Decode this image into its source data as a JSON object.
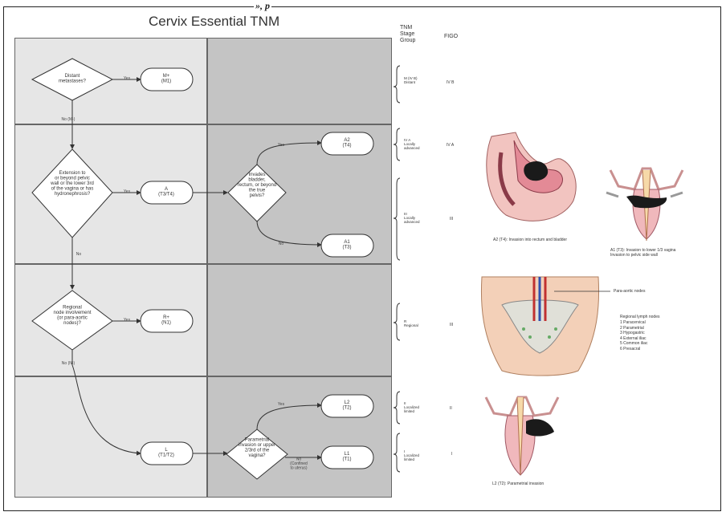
{
  "page_top_text": "»,  p",
  "title": "Cervix Essential TNM",
  "headers": {
    "tnm_stage_group": "TNM\nStage\nGroup",
    "figo": "FIGO"
  },
  "flow": {
    "q_distant": "Distant\nmetastases?",
    "yes_1": "Yes",
    "m1": "M+\n(M1)",
    "no_m": "No (M-)",
    "q_extension": "Extension to\nor beyond pelvic\nwall or the lower 3rd\nof the vagina or has\nhydronephrosis?",
    "yes_2": "Yes",
    "a_box": "A\n(T3/T4)",
    "q_invasion": "Invades\nbladder,\nrectum, or beyond\nthe true\npelvis?",
    "yes_3": "Yes",
    "a2": "A2\n(T4)",
    "no_3": "No",
    "a1": "A1\n(T3)",
    "no_2": "No",
    "q_regional": "Regional\nnode involvement\n(or para-aortic\nnodes)?",
    "yes_4": "Yes",
    "rplus": "R+\n(N1)",
    "no_n": "No (N-)",
    "l_box": "L\n(T1/T2)",
    "q_parametrial": "Parametrial\ninvasion or upper\n2/3rd of the\nvagina?",
    "yes_5": "Yes",
    "l2": "L2\n(T2)",
    "no_5": "No\n(Confined\nto uterus)",
    "l1": "L1\n(T1)"
  },
  "stages": {
    "s1": "M (IV B)\nDistant",
    "s2": "IV A\nLocally\nadvanced",
    "s3": "III\nLocally\nadvanced",
    "s4": "R\nRegional",
    "s5": "II\nLocalized\nlimited",
    "s6": "I\nLocalized\nlimited"
  },
  "figo": {
    "f1": "IV B",
    "f2": "IV A",
    "f3": "III",
    "f4": "III",
    "f5": "II",
    "f6": "I"
  },
  "captions": {
    "a2_cap": "A2 (T4): Invasion into rectum and bladder",
    "a1_cap": "A1 (T3): Invasion to lower 1/3 vagina\nInvasion to pelvic side wall",
    "para_aortic": "Para-aortic nodes",
    "regional_title": "Regional lymph nodes",
    "regional_list": [
      "1 Paracervical",
      "2 Parametrial",
      "3 Hypogastric",
      "4 External iliac",
      "5 Common iliac",
      "6 Presacral"
    ],
    "l2_cap": "L2 (T2): Parametrial invasion"
  },
  "colors": {
    "light_panel": "#e6e6e6",
    "dark_panel": "#c4c4c4",
    "tissue_pink": "#e8a0a8",
    "tumor": "#1a1a1a"
  }
}
